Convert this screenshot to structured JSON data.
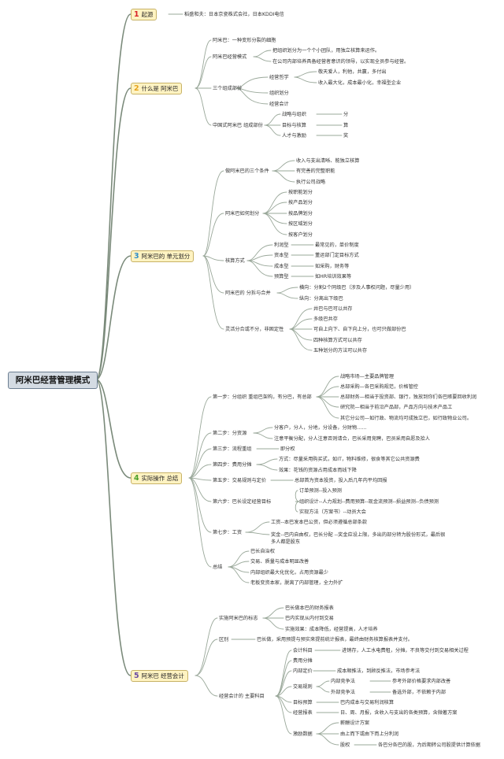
{
  "root": "阿米巴经营管理模式",
  "branches": [
    {
      "num": "1",
      "title": "起源"
    },
    {
      "num": "2",
      "title": "什么是 阿米巴"
    },
    {
      "num": "3",
      "title": "阿米巴的 单元划分"
    },
    {
      "num": "4",
      "title": "实际操作 总结"
    },
    {
      "num": "5",
      "title": "阿米巴 经营会计"
    }
  ],
  "b1": {
    "origin": "稻盛和夫：日本京瓷株式会社，日本KDDI电信"
  },
  "b2": {
    "cell": "阿米巴：一种变形分裂的细胞",
    "mode": "阿米巴经营模式",
    "mode_items": [
      "把组织划分为一个个小团队，用独立核算来运作。",
      "在公司内部培养具备经营者意识的领导，以实现全员参与经营。"
    ],
    "three": "三个组成部份",
    "philo": "经营哲学",
    "philo_items": [
      "敬天爱人，利他，共赢，多付出",
      "收入最大化，成本最小化，幸福型企业"
    ],
    "org": "组织划分",
    "acct": "经营会计",
    "cn": "中国式阿米巴 组成部份",
    "cn_rows": [
      [
        "战略与组织",
        "分"
      ],
      [
        "目标与核算",
        "算"
      ],
      [
        "人才与激励",
        "奖"
      ]
    ]
  },
  "b3": {
    "cond": "做阿米巴的三个条件",
    "cond_items": [
      "收入与支出清晰、能独立核算",
      "有完善的完整职能",
      "执行公司战略"
    ],
    "how": "阿米巴如何划分",
    "how_items": [
      "按职能划分",
      "按产品划分",
      "按品牌划分",
      "按区域划分",
      "按客户划分"
    ],
    "calc": "核算方式",
    "calc_rows": [
      [
        "利润型",
        "最常见的，单价制度"
      ],
      [
        "资本型",
        "董运部门定目标方式"
      ],
      [
        "成本型",
        "如采购，财务等"
      ],
      [
        "预算型",
        "如HR培训效果等"
      ]
    ],
    "split": "阿米巴的 分拆与合并",
    "split_items": [
      "横向：分割2个同级巴（涉及人事权问题，尽量少用）",
      "纵向：分离出下级巴"
    ],
    "flex": "灵活分合或不分，非固定性",
    "flex_items": [
      "井巴与巴可以共存",
      "多级巴共存",
      "可自上向下、自下向上分，也可只做部份巴",
      "四种核算方式可以共存",
      "五种划分的方法可以共存"
    ]
  },
  "b4": {
    "s1": "第一步：分组织 重组巴架构，有分巴，有总部",
    "s1_items": [
      "战略市场—主要品牌管理",
      "总部采购—各巴采购规范，价格管控",
      "总部财务—相当于投资部、银行，独放到你们各巴賬要回收利润",
      "研究院—相当于前沿产品部，产品方向与技术产品工",
      "其它分公司—如行政、物流均可成独立巴，如行政物业公司。"
    ],
    "s2": "第二步：分资源",
    "s2_items": [
      "分客户，分人，分地，分设备，分财物……",
      "注意平衡分配，分人注意否则请合，巴长采用竞聘，巴员采用自愿及拾人"
    ],
    "s3": "第三步：流程重组",
    "s3_val": "即分权",
    "s4": "第四步：费用分摊",
    "s4_items": [
      "方式：尽量采用购买式，如IT，物料维修，很食等其它公共资源费",
      "效果：花钱的资源占用成本而线下降"
    ],
    "s5": "第五步：交易规则与定价",
    "s5_val": "总部首为资本投资，投入后几年内平均回报",
    "s6": "第六步：巴长设定经营目标",
    "s6_items": [
      "订单预测--投入预测",
      "组织设计--人力规划--费用预算--现金流预测--损益预测--负债预测",
      "实现方法（方案书）--动员大会"
    ],
    "s7": "第七步：工资",
    "s7_items": [
      "工资--本巴发本巴公资，但必须遵循总部条款",
      "奖金--巴内自由权，巴长分配 --奖金应设上限，多出的部分转为股份形式，最后很",
      "多人都是股东"
    ],
    "sum": "总结",
    "sum_items": [
      "巴长自治权",
      "交易、质量与成本明显改善",
      "内部组织最大化优化，占用资源最少",
      "老板变资本家，脱离了内部管理，全力外扩"
    ]
  },
  "b5": {
    "goal": "实施阿米巴的标志",
    "goal_items": [
      "巴长做本巴的财务报表",
      "巴内实现从内付到交易",
      "实施效果：成本降低，经营提高，人才培养"
    ],
    "diff": "区别",
    "diff_val": "巴长做，采用预提与预实来提前统计报表，最终由财务核算报表并支付。",
    "subj": "经营会计的 主要科目",
    "k1": "会计科目",
    "k1_val": "进销存，人工水电费租，分摊，不良等交付到交易相关过程",
    "k2": "费用分摊",
    "k3": "内部定价",
    "k3_val": "成本顺推法，到顾反推法，市场参考法",
    "k4": "交易规则",
    "k4_rows": [
      [
        "内部竞争法",
        "参考外部价格要求内部改善"
      ],
      [
        "外部竞争法",
        "备选外部，不依赖于内部"
      ]
    ],
    "k5": "目标预算",
    "k5_val": "巴内成本与交易利润核算",
    "k6": "经营报表",
    "k6_val": "日、周、月报，含收入与支出的各类预算，含微著方案",
    "k7": "激励数据",
    "k7_items": [
      "薪酬设计方案",
      "由上而下或由下而上分利润"
    ],
    "k7_equity": "股权",
    "k7_equity_val": "各巴分各巴的股，为后期转公司股提供计算依据"
  }
}
